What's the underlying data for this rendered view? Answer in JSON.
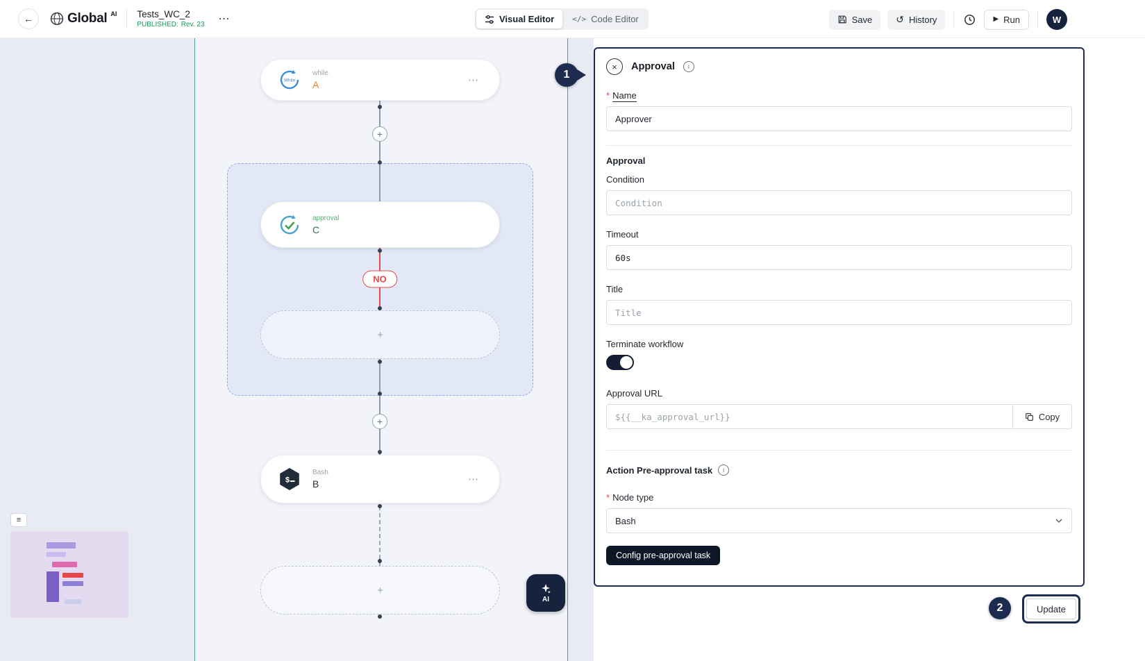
{
  "glyphs": {
    "back": "←",
    "more": "⋯",
    "node_menu": "⋯",
    "plus": "+",
    "code_tag": "</>",
    "close": "×",
    "history_arrow": "↺",
    "play": "▶",
    "minimap_toggle": "≡",
    "info": "i"
  },
  "header": {
    "brand": "Global",
    "brand_sup": "AI",
    "workflow_title": "Tests_WC_2",
    "published": "PUBLISHED:",
    "revision": "Rev. 23",
    "tab_visual": "Visual Editor",
    "tab_code": "Code Editor",
    "save": "Save",
    "history": "History",
    "run": "Run",
    "avatar": "W"
  },
  "canvas": {
    "while_node": {
      "type": "while",
      "name": "A",
      "icon_text": "While"
    },
    "approval_node": {
      "type": "approval",
      "name": "C"
    },
    "bash_node": {
      "type": "Bash",
      "name": "B",
      "icon_text": "$"
    },
    "no_label": "NO",
    "ai_label": "AI"
  },
  "panel": {
    "title": "Approval",
    "required_mark": "*",
    "name_label": "Name",
    "name_value": "Approver",
    "section_approval": "Approval",
    "condition_label": "Condition",
    "condition_placeholder": "Condition",
    "timeout_label": "Timeout",
    "timeout_value": "60s",
    "title_label": "Title",
    "title_placeholder": "Title",
    "terminate_label": "Terminate workflow",
    "url_label": "Approval URL",
    "url_placeholder": "${{__ka_approval_url}}",
    "copy_label": "Copy",
    "preapproval_heading": "Action Pre-approval task",
    "node_type_label": "Node type",
    "node_type_value": "Bash",
    "config_label": "Config pre-approval task",
    "update_label": "Update"
  },
  "annotations": {
    "step1": "1",
    "step2": "2"
  },
  "colors": {
    "annotation": "#1d2b4e",
    "red": "#e5484d",
    "teal": "#4f9e99",
    "green": "#139a58",
    "orange": "#e8833a",
    "dark": "#17233d"
  }
}
